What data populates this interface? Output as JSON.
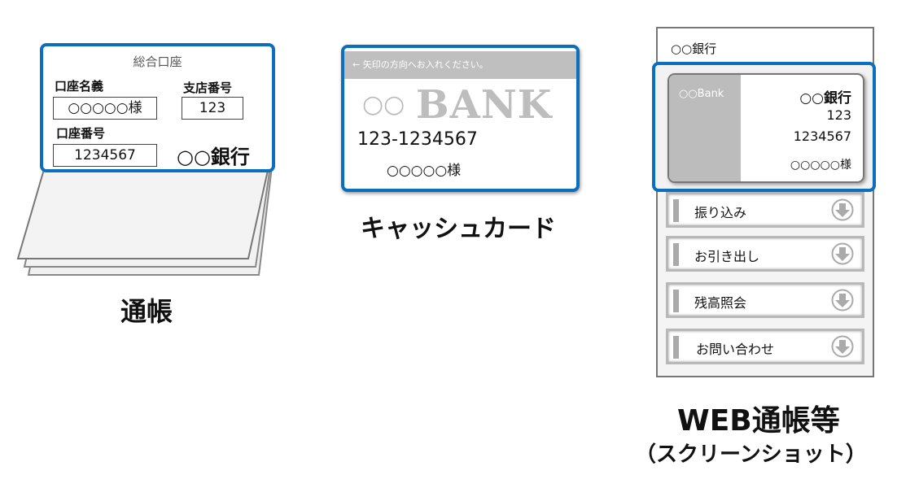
{
  "colors": {
    "accent": "#0b6ebf",
    "gray": "#bfbfbf"
  },
  "passbook": {
    "title": "総合口座",
    "name_label": "口座名義",
    "name_value": "○○○○○様",
    "branch_label": "支店番号",
    "branch_value": "123",
    "account_label": "口座番号",
    "account_value": "1234567",
    "bank": "○○銀行",
    "caption": "通帳"
  },
  "cashcard": {
    "instruction": "←  矢印の方向へお入れください。",
    "logo_circles": "○○",
    "logo_text": "BANK",
    "number": "123-1234567",
    "name": "○○○○○様",
    "caption": "キャッシュカード"
  },
  "web": {
    "header": "○○銀行",
    "card_brand": "○○Bank",
    "card_bank": "○○銀行",
    "card_branch": "123",
    "card_account": "1234567",
    "card_name": "○○○○○様",
    "buttons": [
      {
        "label": "振り込み"
      },
      {
        "label": "お引き出し"
      },
      {
        "label": "残高照会"
      },
      {
        "label": "お問い合わせ"
      }
    ],
    "caption": "WEB通帳等",
    "subcaption": "（スクリーンショット）"
  }
}
